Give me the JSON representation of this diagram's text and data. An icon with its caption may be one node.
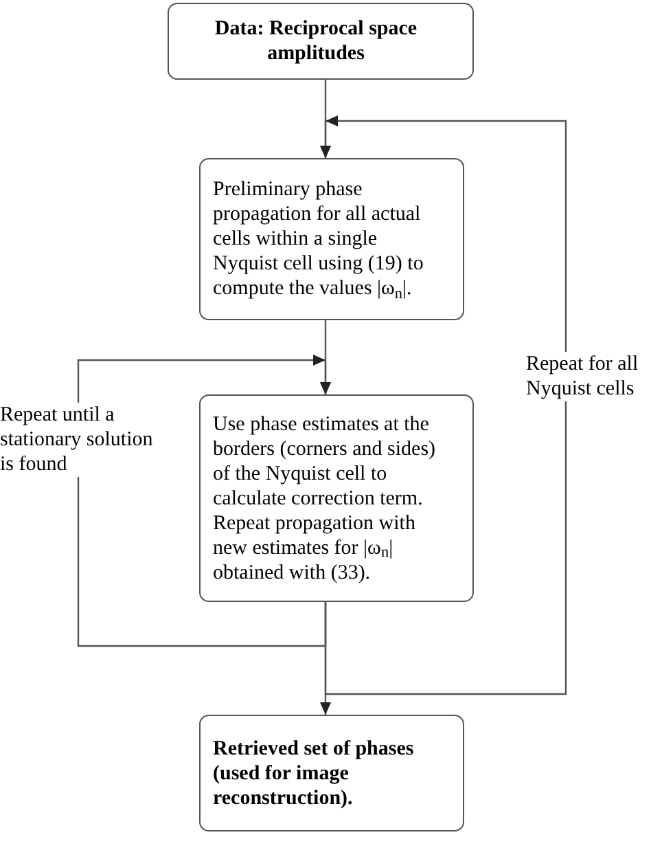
{
  "diagram": {
    "nodes": [
      {
        "text": [
          "Data: Reciprocal space amplitudes"
        ]
      },
      {
        "text": [
          "Preliminary phase propagation for all actual cells within a single Nyquist cell using (19) to compute the values |ω$_{n}$|."
        ]
      },
      {
        "text": [
          "Use phase estimates at the borders (corners and sides) of the Nyquist cell to calculate correction term. Repeat propagation with new estimates for |ω$_{n}$| obtained with (33)."
        ]
      },
      {
        "text": [
          "Retrieved set of phases (used for image reconstruction)."
        ]
      }
    ],
    "edges": [
      {
        "from": 0,
        "to": 1,
        "arrow": "to"
      },
      {
        "from": 1,
        "to": 2,
        "arrow": "to"
      },
      {
        "from": 2,
        "to": 3,
        "arrow": "to"
      },
      {
        "from": 2,
        "to": 2,
        "arrow": "to",
        "label": "Repeat until a stationary solution is found"
      },
      {
        "from": 2,
        "to": 1,
        "arrow": "to",
        "label": "Repeat for all Nyquist cells"
      }
    ]
  }
}
